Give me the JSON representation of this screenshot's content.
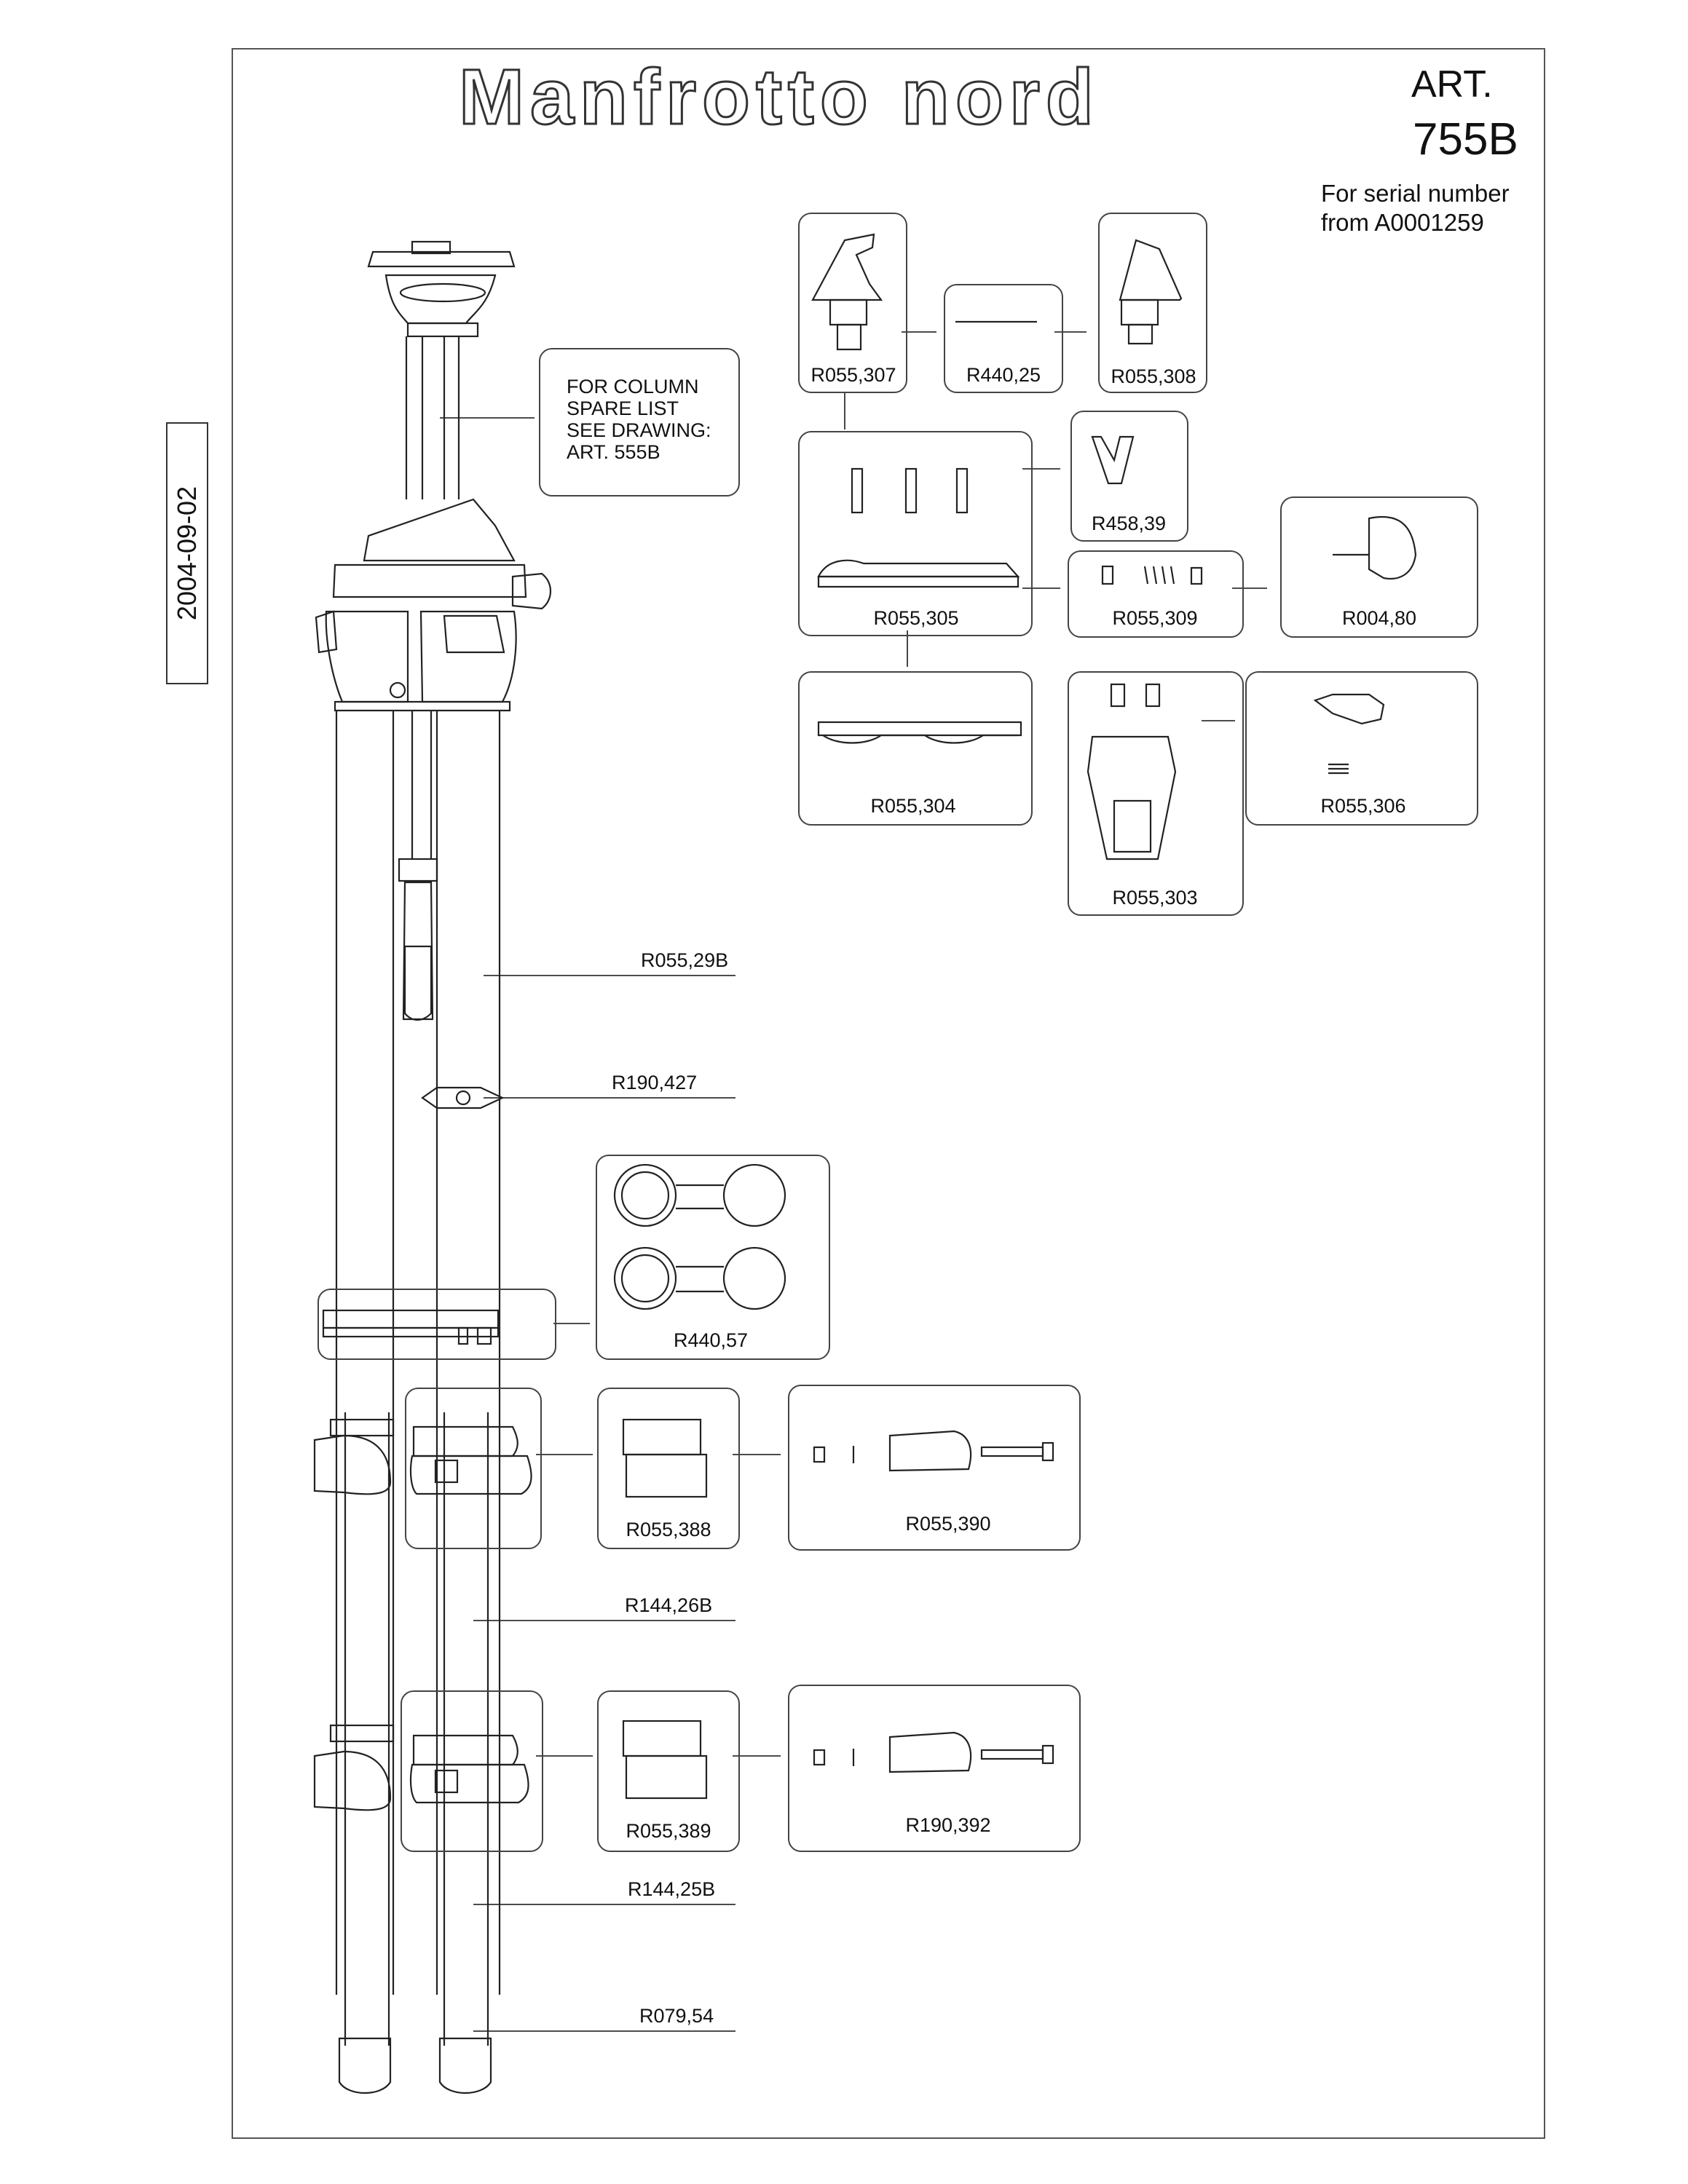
{
  "header": {
    "brand": "Manfrotto nord",
    "art_label": "ART.",
    "art_number": "755B",
    "serial_line1": "For serial number",
    "serial_line2": "from A0001259"
  },
  "date": "2004-09-02",
  "note": {
    "line1": "FOR COLUMN",
    "line2": "SPARE LIST",
    "line3": "SEE DRAWING:",
    "line4": "ART. 555B"
  },
  "parts": {
    "r055_307": "R055,307",
    "r440_25": "R440,25",
    "r055_308": "R055,308",
    "r458_39": "R458,39",
    "r055_305": "R055,305",
    "r055_309": "R055,309",
    "r004_80": "R004,80",
    "r055_304": "R055,304",
    "r055_303": "R055,303",
    "r055_306": "R055,306",
    "r055_29b": "R055,29B",
    "r190_427": "R190,427",
    "r440_57": "R440,57",
    "r055_388": "R055,388",
    "r055_390": "R055,390",
    "r144_26b": "R144,26B",
    "r055_389": "R055,389",
    "r190_392": "R190,392",
    "r144_25b": "R144,25B",
    "r079_54": "R079,54"
  }
}
